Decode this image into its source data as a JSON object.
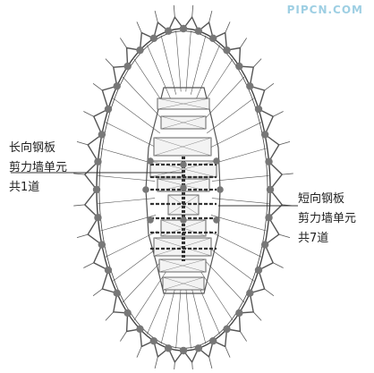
{
  "watermark": "PIPCN.COM",
  "annotations": {
    "long_wall": {
      "line1": "长向钢板",
      "line2": "剪力墙单元",
      "line3": "共1道"
    },
    "short_wall": {
      "line1": "短向钢板",
      "line2": "剪力墙单元",
      "line3": "共7道"
    }
  },
  "colors": {
    "line": "#555555",
    "node": "#777777",
    "ring": "#444444",
    "text": "#222222"
  }
}
